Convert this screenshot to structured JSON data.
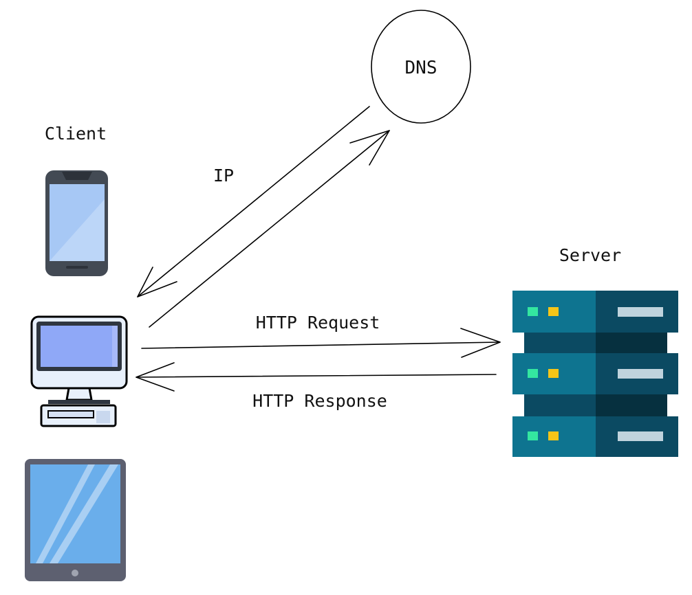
{
  "labels": {
    "dns": "DNS",
    "client": "Client",
    "server": "Server",
    "ip": "IP",
    "http_request": "HTTP Request",
    "http_response": "HTTP Response"
  },
  "icons": {
    "phone": "smartphone-icon",
    "desktop": "desktop-computer-icon",
    "tablet": "tablet-icon",
    "server": "server-rack-icon"
  },
  "colors": {
    "server_front": "#0E7490",
    "server_back": "#0B4A62",
    "server_gap": "#06303F",
    "led_green": "#34E6A0",
    "led_yellow": "#F5C518",
    "phone_body": "#434A54",
    "phone_screen": "#A7C8F5",
    "desktop_screen": "#8FA8F7",
    "tablet_body": "#5D6070",
    "tablet_screen": "#6AAEEB"
  }
}
